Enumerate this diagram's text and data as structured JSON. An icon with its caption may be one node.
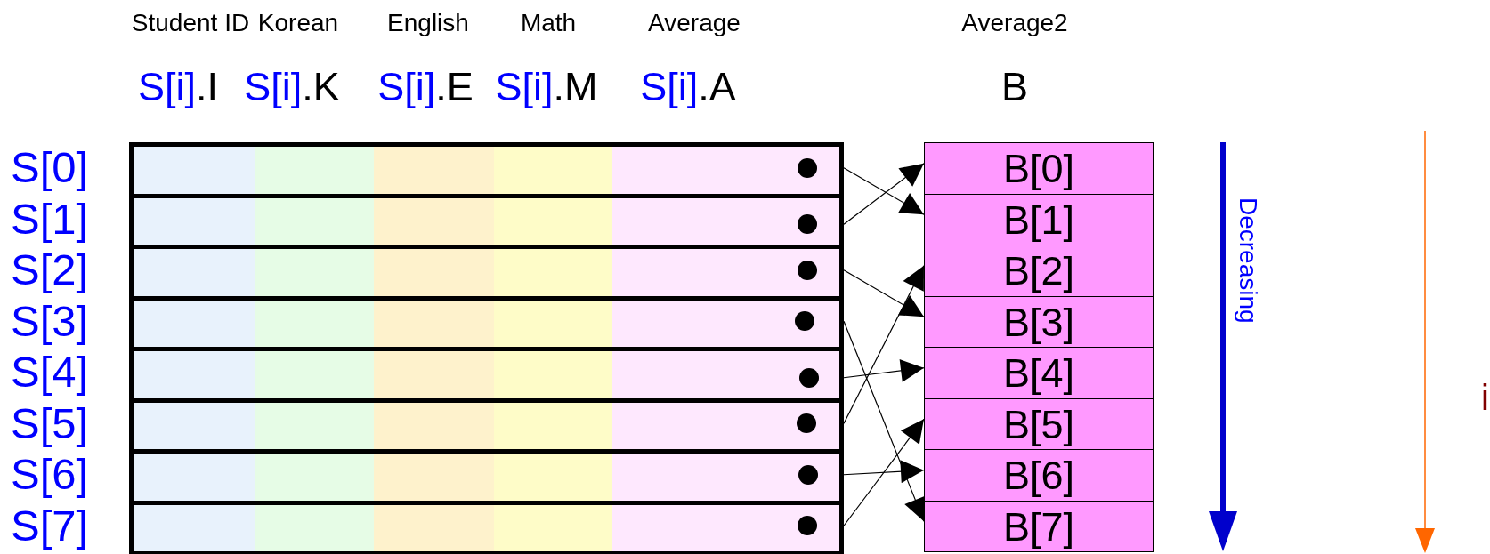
{
  "diagram": {
    "nodes": [
      {
        "text": [
          "S[0]"
        ]
      },
      {
        "text": [
          "S[1]"
        ]
      },
      {
        "text": [
          "S[2]"
        ]
      },
      {
        "text": [
          "S[3]"
        ]
      },
      {
        "text": [
          "S[4]"
        ]
      },
      {
        "text": [
          "S[5]"
        ]
      },
      {
        "text": [
          "S[6]"
        ]
      },
      {
        "text": [
          "S[7]"
        ]
      },
      {
        "text": [
          "B[0]"
        ]
      },
      {
        "text": [
          "B[1]"
        ]
      },
      {
        "text": [
          "B[2]"
        ]
      },
      {
        "text": [
          "B[3]"
        ]
      },
      {
        "text": [
          "B[4]"
        ]
      },
      {
        "text": [
          "B[5]"
        ]
      },
      {
        "text": [
          "B[6]"
        ]
      },
      {
        "text": [
          "B[7]"
        ]
      }
    ],
    "edges": [
      {
        "from": 0,
        "to": 9,
        "arrow": "to"
      },
      {
        "from": 1,
        "to": 8,
        "arrow": "to"
      },
      {
        "from": 2,
        "to": 11,
        "arrow": "to"
      },
      {
        "from": 3,
        "to": 15,
        "arrow": "to"
      },
      {
        "from": 4,
        "to": 12,
        "arrow": "to"
      },
      {
        "from": 5,
        "to": 10,
        "arrow": "to"
      },
      {
        "from": 6,
        "to": 14,
        "arrow": "to"
      },
      {
        "from": 7,
        "to": 13,
        "arrow": "to"
      }
    ],
    "labels": [
      "Student ID",
      "Korean",
      "English",
      "Math",
      "Average",
      "Average2",
      "S[i].I",
      "S[i].K",
      "S[i].E",
      "S[i].M",
      "S[i].A",
      "B",
      "Decreasing",
      "i"
    ]
  }
}
